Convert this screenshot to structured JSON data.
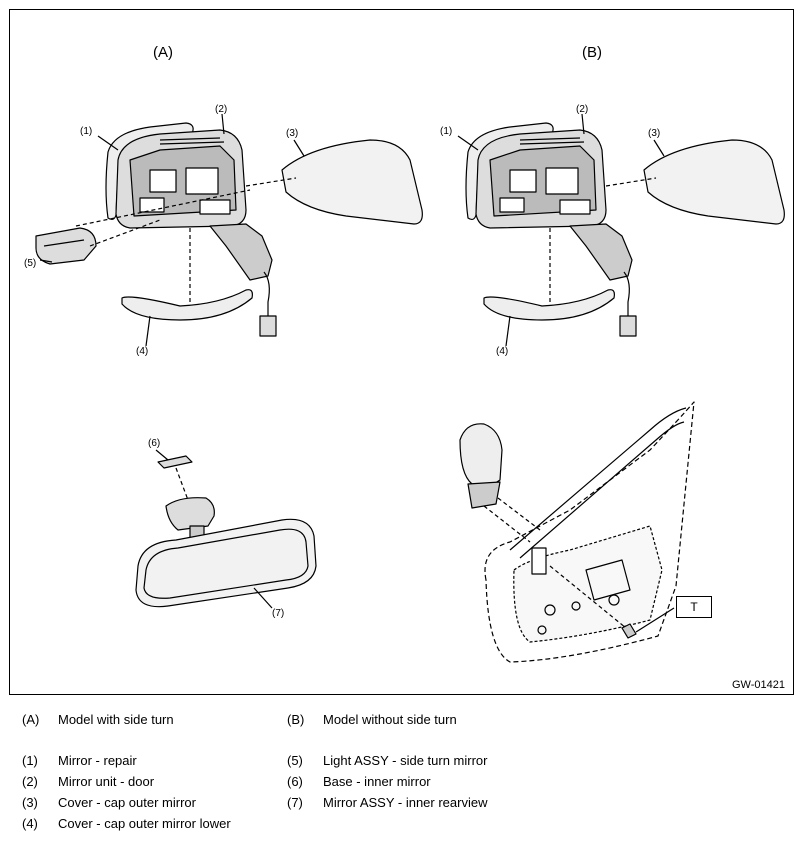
{
  "figure": {
    "panel_a_label": "(A)",
    "panel_b_label": "(B)",
    "code": "GW-01421",
    "tool_box_label": "T",
    "callouts": {
      "a1": "(1)",
      "a2": "(2)",
      "a3": "(3)",
      "a4": "(4)",
      "a5": "(5)",
      "b1": "(1)",
      "b2": "(2)",
      "b3": "(3)",
      "b4": "(4)",
      "c6": "(6)",
      "c7": "(7)"
    }
  },
  "legend": [
    {
      "num": "(A)",
      "text": "Model with side turn"
    },
    {
      "num": "(B)",
      "text": "Model without side turn"
    },
    {
      "num": "(1)",
      "text": "Mirror - repair"
    },
    {
      "num": "(5)",
      "text": "Light ASSY - side turn mirror"
    },
    {
      "num": "(2)",
      "text": "Mirror unit - door"
    },
    {
      "num": "(6)",
      "text": "Base - inner mirror"
    },
    {
      "num": "(3)",
      "text": "Cover - cap outer mirror"
    },
    {
      "num": "(7)",
      "text": "Mirror ASSY - inner rearview"
    },
    {
      "num": "(4)",
      "text": "Cover - cap outer mirror lower"
    }
  ]
}
